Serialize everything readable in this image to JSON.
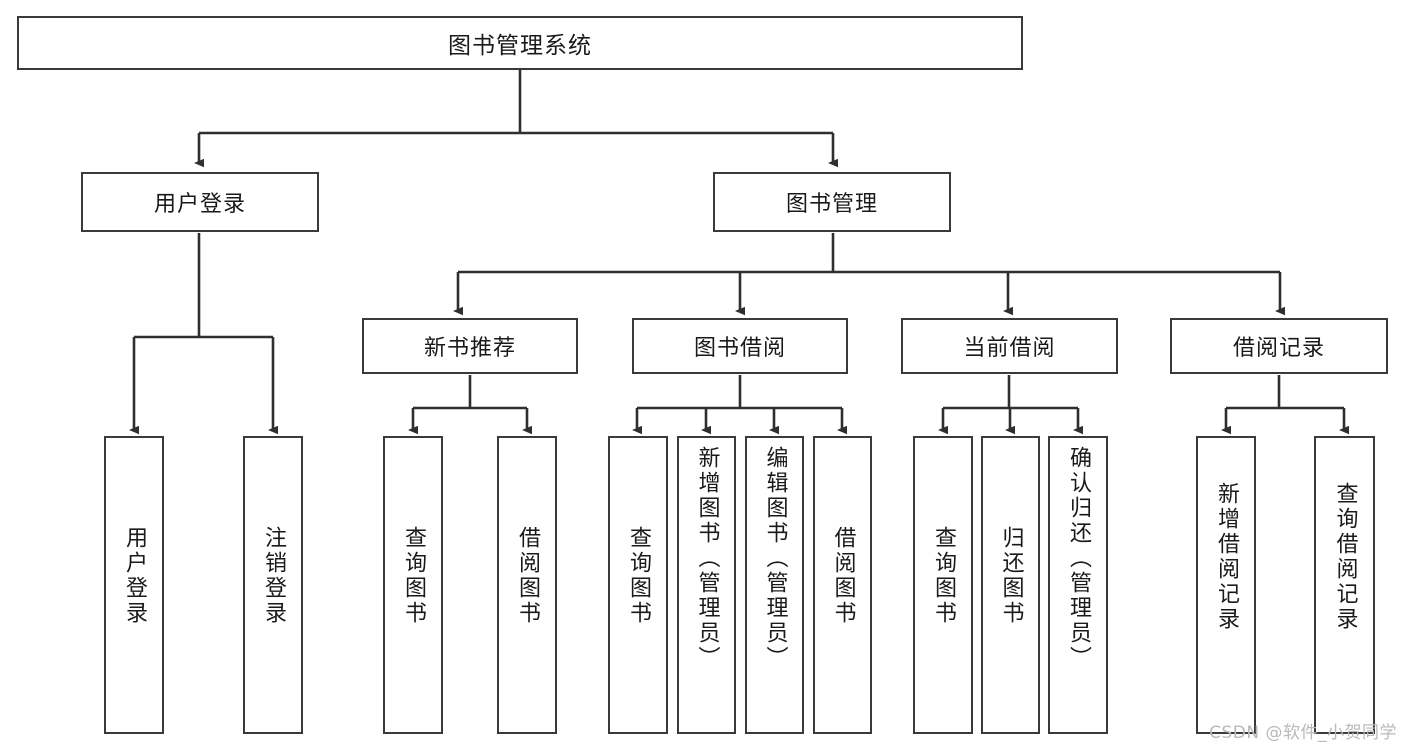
{
  "diagram": {
    "type": "tree",
    "title": "图书管理系统",
    "watermark": "CSDN @软件_小贺同学",
    "colors": {
      "box_border": "#3a3a3a",
      "box_fill": "#ffffff",
      "connector": "#2f2f2f",
      "text": "#1a1a1a",
      "watermark": "#b9b9b9"
    },
    "root": {
      "label": "图书管理系统"
    },
    "level2": [
      {
        "label": "用户登录"
      },
      {
        "label": "图书管理"
      }
    ],
    "level3": [
      {
        "label": "新书推荐"
      },
      {
        "label": "图书借阅"
      },
      {
        "label": "当前借阅"
      },
      {
        "label": "借阅记录"
      }
    ],
    "leaves": {
      "user_login": [
        {
          "label": "用户登录"
        },
        {
          "label": "注销登录"
        }
      ],
      "new_book_recommend": [
        {
          "label": "查询图书"
        },
        {
          "label": "借阅图书"
        }
      ],
      "book_borrow": [
        {
          "label": "查询图书"
        },
        {
          "label": "新增图书（管理员）"
        },
        {
          "label": "编辑图书（管理员）"
        },
        {
          "label": "借阅图书"
        }
      ],
      "current_borrow": [
        {
          "label": "查询图书"
        },
        {
          "label": "归还图书"
        },
        {
          "label": "确认归还（管理员）"
        }
      ],
      "borrow_record": [
        {
          "label": "新增借阅记录"
        },
        {
          "label": "查询借阅记录"
        }
      ]
    }
  }
}
